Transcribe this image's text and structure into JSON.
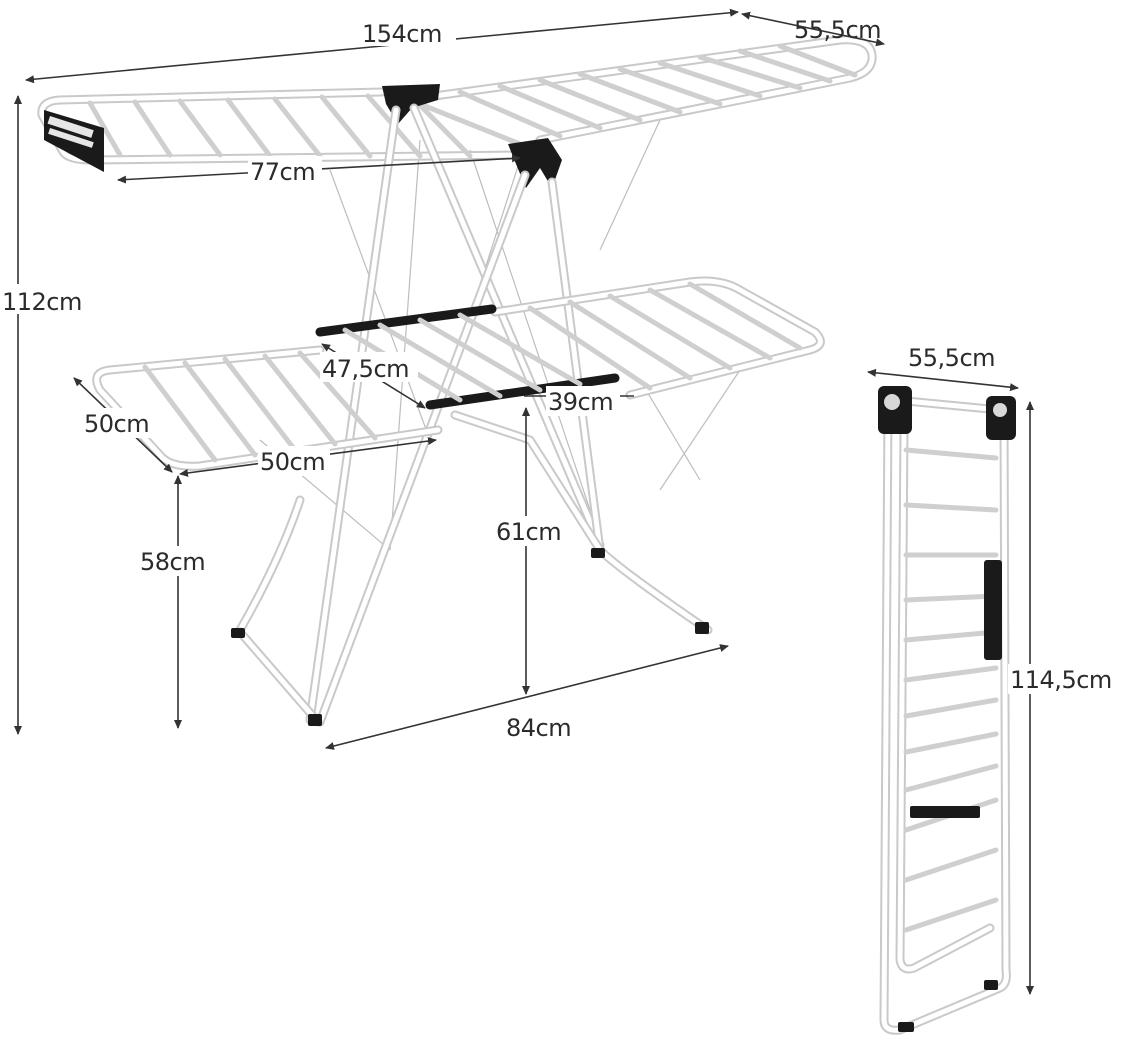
{
  "dimensions": {
    "total_length": "154cm",
    "top_depth": "55,5cm",
    "wing_length": "77cm",
    "total_height": "112cm",
    "middle_width": "47,5cm",
    "lower_depth": "50cm",
    "lower_wing_length": "50cm",
    "bar_span": "39cm",
    "lower_height": "58cm",
    "bar_height": "61cm",
    "base_width": "84cm",
    "folded_depth": "55,5cm",
    "folded_height": "114,5cm"
  },
  "colors": {
    "frame": "#ffffff",
    "frame_outline": "#c9c9c9",
    "hardware": "#1a1a1a",
    "dimension_lines": "#333333"
  }
}
